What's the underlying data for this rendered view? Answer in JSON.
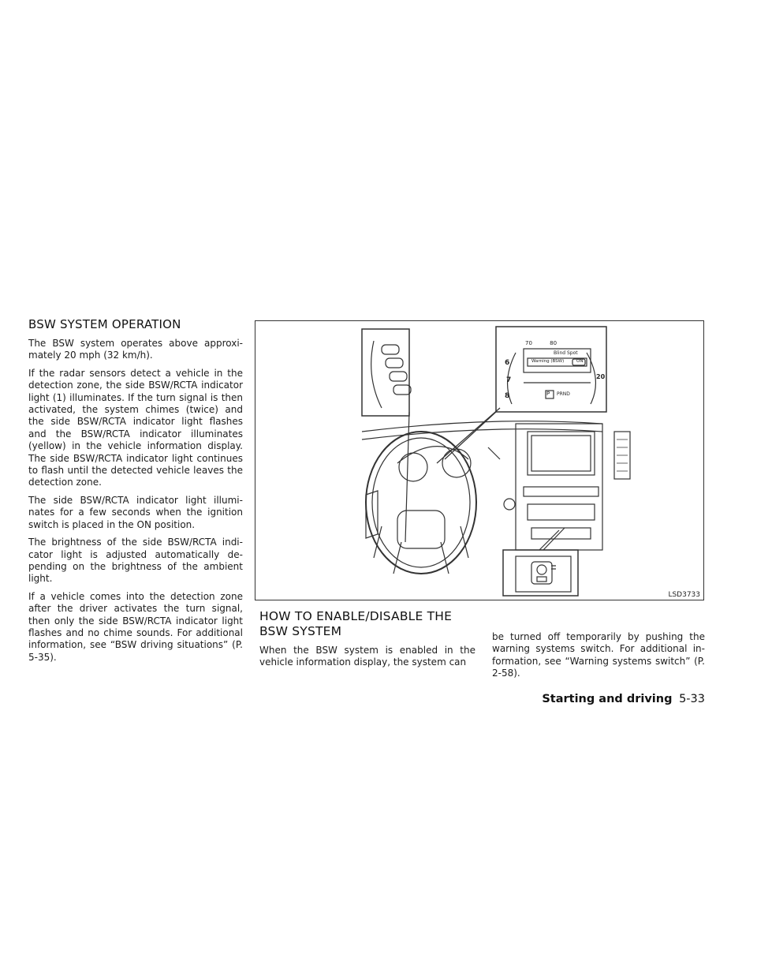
{
  "section1": {
    "heading": "BSW SYSTEM OPERATION",
    "paragraphs": [
      "The BSW system operates above approxi­mately 20 mph (32 km/h).",
      "If the radar sensors detect a vehicle in the detection zone, the side BSW/RCTA indica­tor light (1) illuminates. If the turn signal is then activated, the system chimes (twice) and the side BSW/RCTA indicator light flashes and the BSW/RCTA indicator illumi­nates (yellow) in the vehicle information display. The side BSW/RCTA indicator light continues to flash until the detected ve­hicle leaves the detection zone.",
      "The side BSW/RCTA indicator light illumi­nates for a few seconds when the ignition switch is placed in the ON position.",
      "The brightness of the side BSW/RCTA indi­cator light is adjusted automatically de­pending on the brightness of the ambient light.",
      "If a vehicle comes into the detection zone after the driver activates the turn signal, then only the side BSW/RCTA indicator light flashes and no chime sounds. For addi­tional information, see “BSW driving situa­tions” (P. 5-35)."
    ]
  },
  "figure": {
    "code": "LSD3733",
    "display": {
      "speed": "70",
      "range": "80",
      "menu_title": "Blind Spot",
      "menu_item": "Warning (BSW)",
      "status": "ON",
      "gear": "PRND",
      "park": "P",
      "gauge_left": [
        "6",
        "7",
        "8"
      ],
      "gauge_right": "20"
    }
  },
  "section2": {
    "heading_line1": "HOW TO ENABLE/DISABLE THE",
    "heading_line2": "BSW SYSTEM",
    "para_part1": "When the BSW system is enabled in the vehicle information display, the system can",
    "para_part2": "be turned off temporarily by pushing the warning systems switch. For additional in­formation, see “Warning systems switch” (P. 2-58)."
  },
  "footer": {
    "section": "Starting and driving",
    "page": "5-33"
  }
}
